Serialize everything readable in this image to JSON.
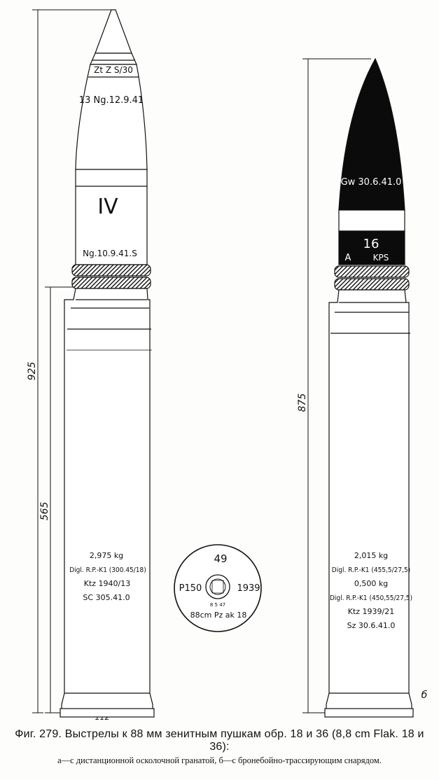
{
  "shell_a": {
    "fuze_band": "Zt Z S/30",
    "fuze_marking": "13 Ng.12.9.41",
    "body_numeral": "IV",
    "filling_marking": "Ng.10.9.41.S",
    "case_weight": "2,975 kg",
    "case_line_2": "Digl. R.P.-K1 (300.45/18)",
    "case_line_3": "Ktz 1940/13",
    "case_line_4": "SC 305.41.0"
  },
  "shell_b": {
    "body_marking": "Gw 30.6.41.0",
    "band_number": "16",
    "band_left": "A",
    "band_right": "KPS",
    "case_weight_1": "2,015 kg",
    "case_line_2": "Digl. R.P.-K1 (455,5/27,5)",
    "case_weight_2": "0,500 kg",
    "case_line_4": "Digl. R.P.-K1 (450,55/27,5)",
    "case_line_5": "Ktz 1939/21",
    "case_line_6": "Sz 30.6.41.0"
  },
  "base_stamp": {
    "top": "49",
    "left": "P150",
    "right": "1939",
    "bottom": "88cm Pz ak 18",
    "primer_code": "8 5 47"
  },
  "dimensions": {
    "shell_a_total": "925",
    "shell_a_case": "565",
    "base_diameter": "112",
    "shell_b_total": "875"
  },
  "label_b": "б",
  "caption": {
    "title": "Фиг. 279. Выстрелы к 88 мм зенитным пушкам обр. 18 и 36 (8,8 cm Flak. 18 и 36):",
    "legend": "а—с дистанционной осколочной гранатой, б—с бронебойно-трассирующим снарядом."
  }
}
